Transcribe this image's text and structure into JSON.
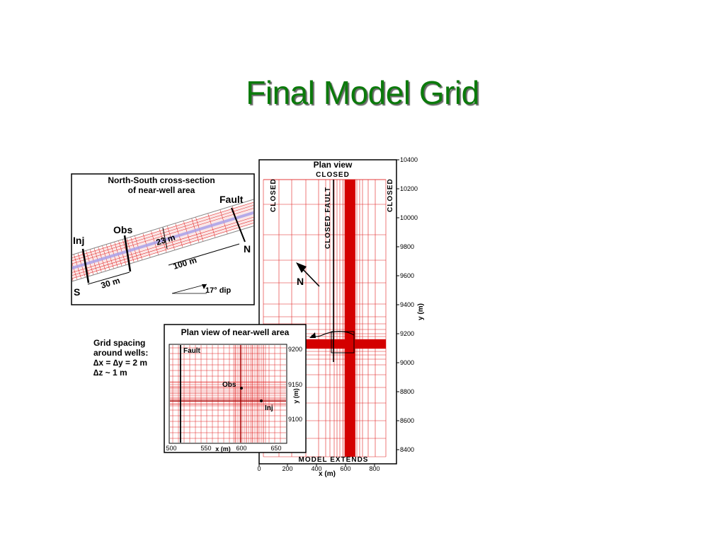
{
  "slide": {
    "title": "Final Model Grid"
  },
  "cross_section": {
    "title_line1": "North-South cross-section",
    "title_line2": "of near-well area",
    "fault": "Fault",
    "inj": "Inj",
    "obs": "Obs",
    "south": "S",
    "north": "N",
    "dim_23": "23 m",
    "dim_100": "100 m",
    "dim_30": "30 m",
    "dip": "17° dip"
  },
  "plan_view": {
    "title": "Plan view",
    "closed_top": "CLOSED",
    "closed_left": "CLOSED",
    "closed_right": "CLOSED",
    "closed_fault": "CLOSED FAULT",
    "north": "N",
    "model_extends": "MODEL EXTENDS",
    "x_label": "x (m)",
    "y_label": "y (m)",
    "x_ticks": [
      "0",
      "200",
      "400",
      "600",
      "800"
    ],
    "y_ticks": [
      "10400",
      "10200",
      "10000",
      "9800",
      "9600",
      "9400",
      "9200",
      "9000",
      "8800",
      "8600",
      "8400"
    ]
  },
  "near_well": {
    "title": "Plan view of near-well area",
    "fault": "Fault",
    "obs": "Obs",
    "inj": "Inj",
    "x_label": "x (m)",
    "y_label": "y (m)",
    "x_ticks": [
      "500",
      "550",
      "600",
      "650"
    ],
    "y_ticks": [
      "9200",
      "9150",
      "9100"
    ]
  },
  "grid_note": {
    "line1": "Grid spacing",
    "line2": "around wells:",
    "line3": "∆x = ∆y = 2 m",
    "line4": "∆z ~ 1 m"
  },
  "colors": {
    "grid": "#e02020",
    "title": "#0b7a0b"
  }
}
